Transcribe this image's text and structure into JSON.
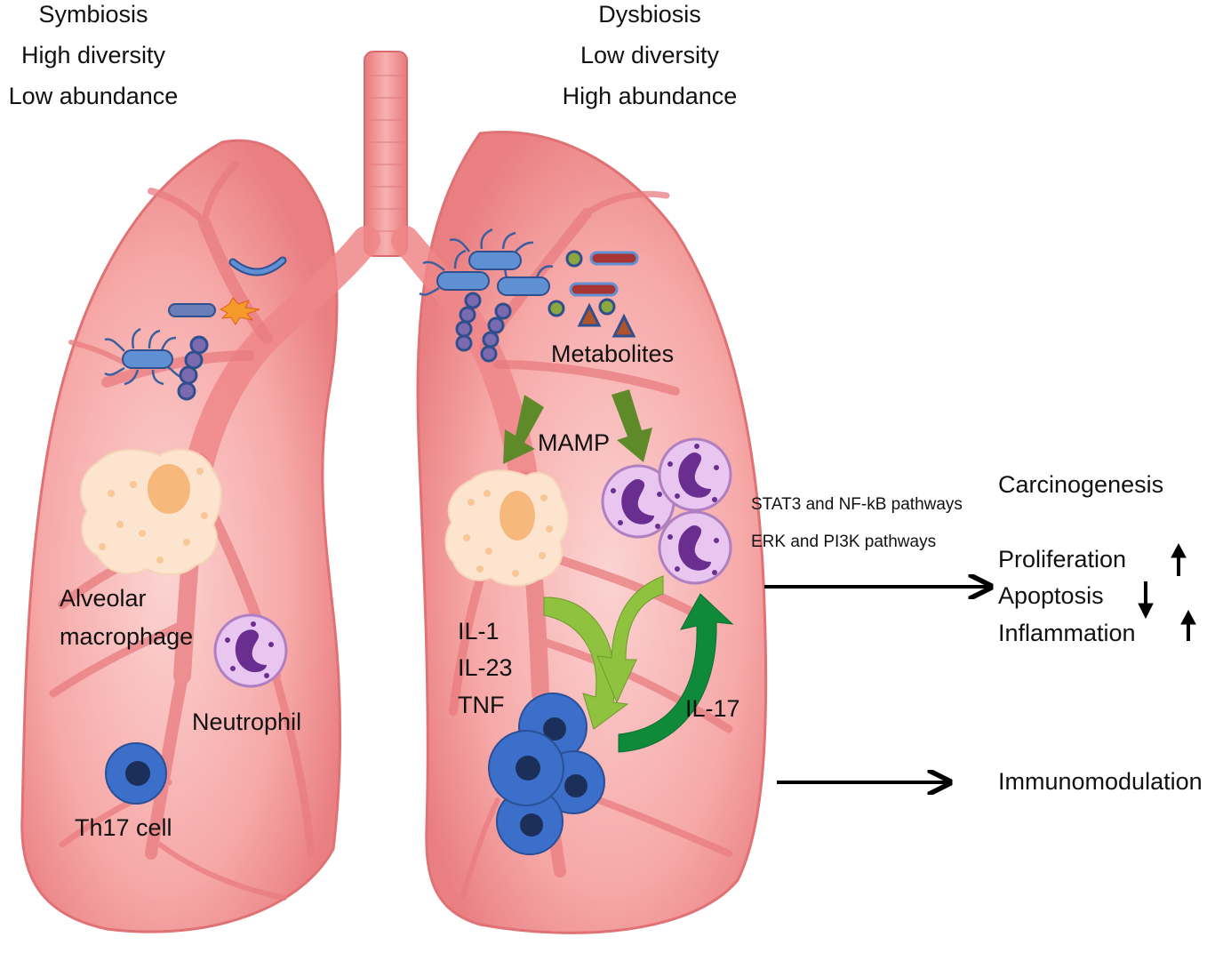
{
  "left_header": {
    "line1": "Symbiosis",
    "line2": "High diversity",
    "line3": "Low abundance"
  },
  "right_header": {
    "line1": "Dysbiosis",
    "line2": "Low diversity",
    "line3": "High abundance"
  },
  "left_lung": {
    "macrophage_label_1": "Alveolar",
    "macrophage_label_2": "macrophage",
    "neutrophil_label": "Neutrophil",
    "th17_label": "Th17 cell"
  },
  "right_lung": {
    "metabolites_label": "Metabolites",
    "mamp_label": "MAMP",
    "cytokine_1": "IL-1",
    "cytokine_2": "IL-23",
    "cytokine_3": "TNF",
    "il17_label": "IL-17"
  },
  "pathways": {
    "line1": "STAT3 and NF-kB pathways",
    "line2": "ERK and PI3K pathways"
  },
  "outcomes": {
    "carcinogenesis": "Carcinogenesis",
    "proliferation": "Proliferation",
    "apoptosis": "Apoptosis",
    "inflammation": "Inflammation",
    "immunomodulation": "Immunomodulation"
  },
  "colors": {
    "lung_fill": "#f6a3a3",
    "lung_edge": "#e57e80",
    "airway": "#ee8688",
    "bacteria": "#4f82c4",
    "neutrophil": "#e9c6f0",
    "neutrophil_nucleus": "#6a2e91",
    "macrophage": "#fde4cf",
    "macrophage_nucleus": "#f7b97b",
    "th17": "#3b6fc9",
    "th17_nucleus": "#1c2f5a",
    "arrow_olive": "#5e8a2a",
    "arrow_lime": "#8fc23e",
    "arrow_green": "#0e8a3a"
  }
}
